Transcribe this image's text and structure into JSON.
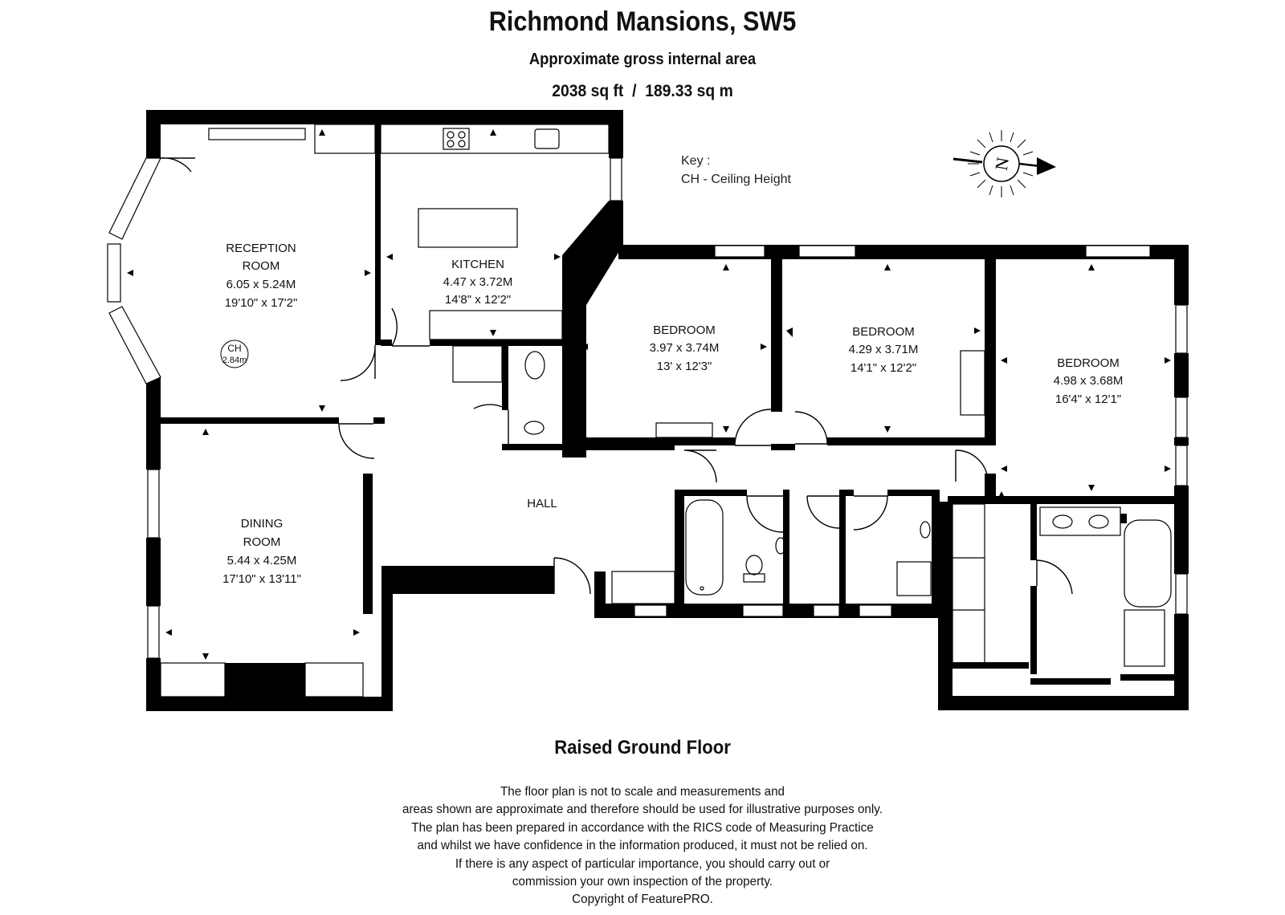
{
  "header": {
    "title": "Richmond Mansions, SW5",
    "subtitle": "Approximate gross internal area",
    "area": "2038 sq ft  /  189.33 sq m"
  },
  "key": {
    "heading": "Key :",
    "items": [
      "CH - Ceiling Height"
    ]
  },
  "compass": {
    "letter": "N",
    "icon": "compass-north-icon"
  },
  "rooms": {
    "reception": {
      "name_lines": [
        "RECEPTION",
        "ROOM"
      ],
      "metric": "6.05 x 5.24M",
      "imperial": "19'10\" x 17'2\""
    },
    "kitchen": {
      "name_lines": [
        "KITCHEN"
      ],
      "metric": "4.47 x 3.72M",
      "imperial": "14'8\" x 12'2\""
    },
    "dining": {
      "name_lines": [
        "DINING",
        "ROOM"
      ],
      "metric": "5.44 x 4.25M",
      "imperial": "17'10\" x 13'11\""
    },
    "bedroom1": {
      "name_lines": [
        "BEDROOM"
      ],
      "metric": "3.97 x 3.74M",
      "imperial": "13' x 12'3\""
    },
    "bedroom2": {
      "name_lines": [
        "BEDROOM"
      ],
      "metric": "4.29 x 3.71M",
      "imperial": "14'1\" x 12'2\""
    },
    "bedroom3": {
      "name_lines": [
        "BEDROOM"
      ],
      "metric": "4.98 x 3.68M",
      "imperial": "16'4\" x 12'1\""
    },
    "hall": {
      "name_lines": [
        "HALL"
      ]
    }
  },
  "ceiling_marker": {
    "label": "CH",
    "value": "2.84m"
  },
  "floor_name": "Raised Ground Floor",
  "disclaimer": [
    "The floor plan is not to scale and measurements and",
    "areas shown are approximate and therefore should be used for illustrative purposes only.",
    "The plan has been prepared in accordance with the RICS code of Measuring Practice",
    "and whilst we have confidence in the information produced, it must not be relied on.",
    "If there is any aspect of particular importance, you should carry out or",
    "commission your own inspection of the property.",
    "Copyright of FeaturePRO."
  ],
  "colors": {
    "wall": "#000000",
    "background": "#ffffff",
    "text": "#111111"
  }
}
